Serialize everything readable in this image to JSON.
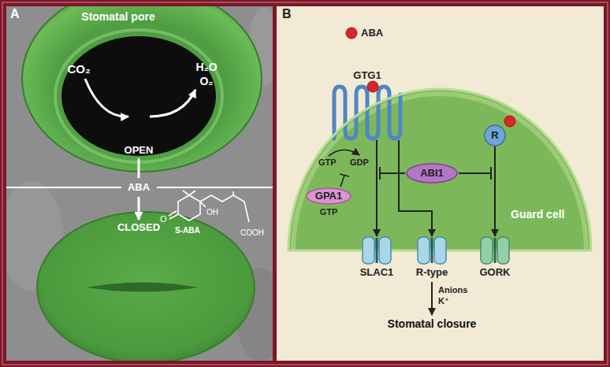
{
  "diagram": {
    "nodes": [
      {
        "text": [
          "GTG1"
        ]
      },
      {
        "text": [
          "Guard cell"
        ]
      },
      {
        "text": [
          "GPA1"
        ],
        "in": 1
      },
      {
        "text": [
          "ABI1"
        ],
        "in": 1
      },
      {
        "text": [
          "R"
        ],
        "in": 1
      },
      {
        "text": [
          "SLAC1"
        ]
      },
      {
        "text": [
          "R-type"
        ]
      },
      {
        "text": [
          "GORK"
        ]
      }
    ],
    "edges": [
      {
        "from": 0,
        "to": 5,
        "arrow": "to"
      },
      {
        "from": 0,
        "to": 6,
        "arrow": "to"
      },
      {
        "from": 4,
        "to": 7,
        "arrow": "to"
      }
    ],
    "labels": [
      "A",
      "Stomatal pore",
      "CO₂",
      "H₂O",
      "O₂",
      "OPEN",
      "ABA",
      "CLOSED",
      "O",
      "OH",
      "S-ABA",
      "COOH",
      "B",
      "ABA",
      "GTP",
      "GDP",
      "GTP",
      "Anions",
      "K⁺",
      "Stomatal closure"
    ]
  }
}
